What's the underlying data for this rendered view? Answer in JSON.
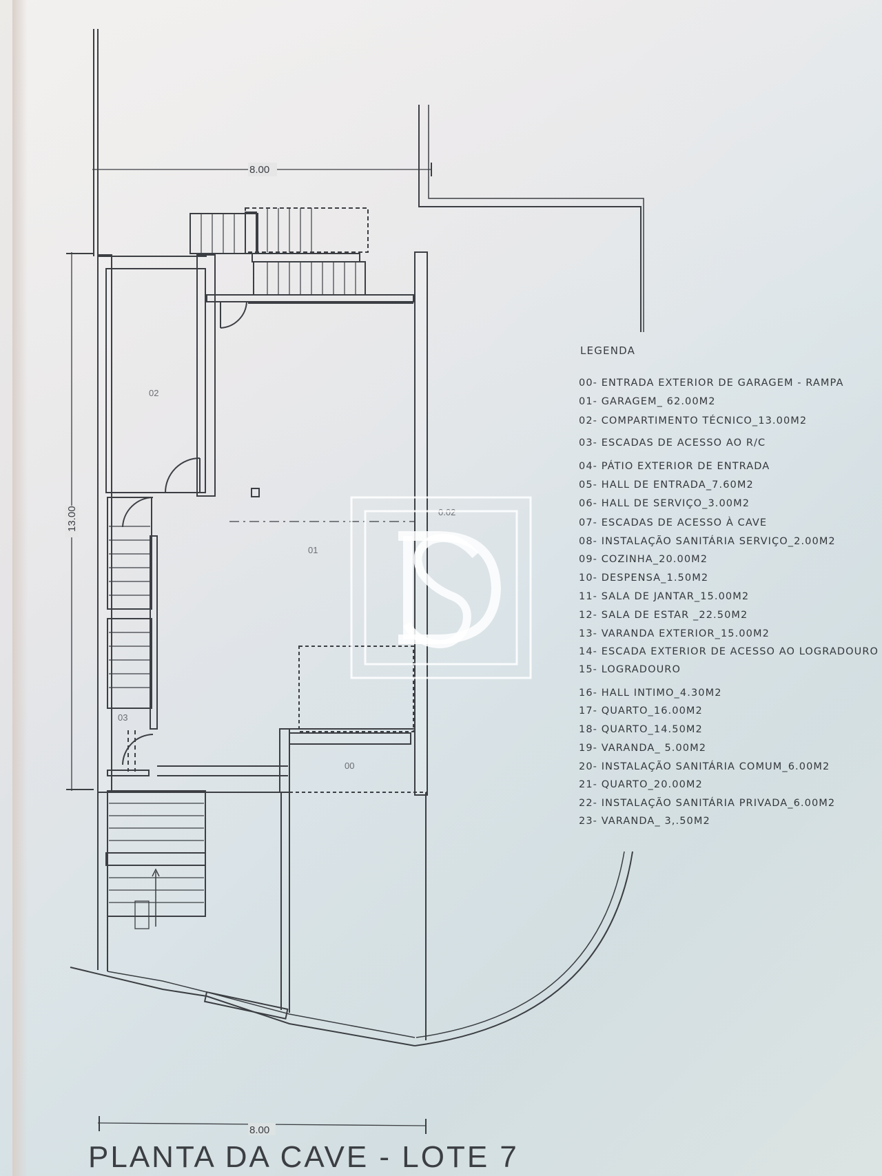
{
  "drawing": {
    "title": "PLANTA DA CAVE - LOTE 7",
    "dimensions": {
      "top_width": "8.00",
      "bottom_width": "8.00",
      "height": "13.00"
    },
    "room_labels": {
      "garage": "01",
      "technical": "02",
      "stairs": "03",
      "ramp": "00",
      "stair_marker": "0.02"
    }
  },
  "legend": {
    "title": "LEGENDA",
    "items": [
      "00- ENTRADA EXTERIOR DE GARAGEM - RAMPA",
      "01- GARAGEM_ 62.00M2",
      "02- COMPARTIMENTO TÉCNICO_13.00M2",
      "03- ESCADAS DE ACESSO AO R/C",
      "04- PÁTIO EXTERIOR DE ENTRADA",
      "05- HALL DE ENTRADA_7.60M2",
      "06- HALL DE SERVIÇO_3.00M2",
      "07- ESCADAS DE ACESSO À CAVE",
      "08- INSTALAÇÃO SANITÁRIA SERVIÇO_2.00M2",
      "09- COZINHA_20.00M2",
      "10- DESPENSA_1.50M2",
      "11- SALA DE JANTAR_15.00M2",
      "12- SALA DE ESTAR _22.50M2",
      "13- VARANDA EXTERIOR_15.00M2",
      "14- ESCADA EXTERIOR DE ACESSO AO LOGRADOURO",
      "15- LOGRADOURO",
      "16- HALL INTIMO_4.30M2",
      "17- QUARTO_16.00M2",
      "18- QUARTO_14.50M2",
      "19- VARANDA_ 5.00M2",
      "20- INSTALAÇÃO SANITÁRIA COMUM_6.00M2",
      "21- QUARTO_20.00M2",
      "22- INSTALAÇÃO SANITÁRIA PRIVADA_6.00M2",
      "23- VARANDA_ 3,.50M2"
    ]
  },
  "colors": {
    "line": "#3b3e43",
    "paper": "#e4e6e7",
    "watermark": "#ffffff"
  },
  "icons": {
    "watermark": "ds-logo-watermark"
  }
}
